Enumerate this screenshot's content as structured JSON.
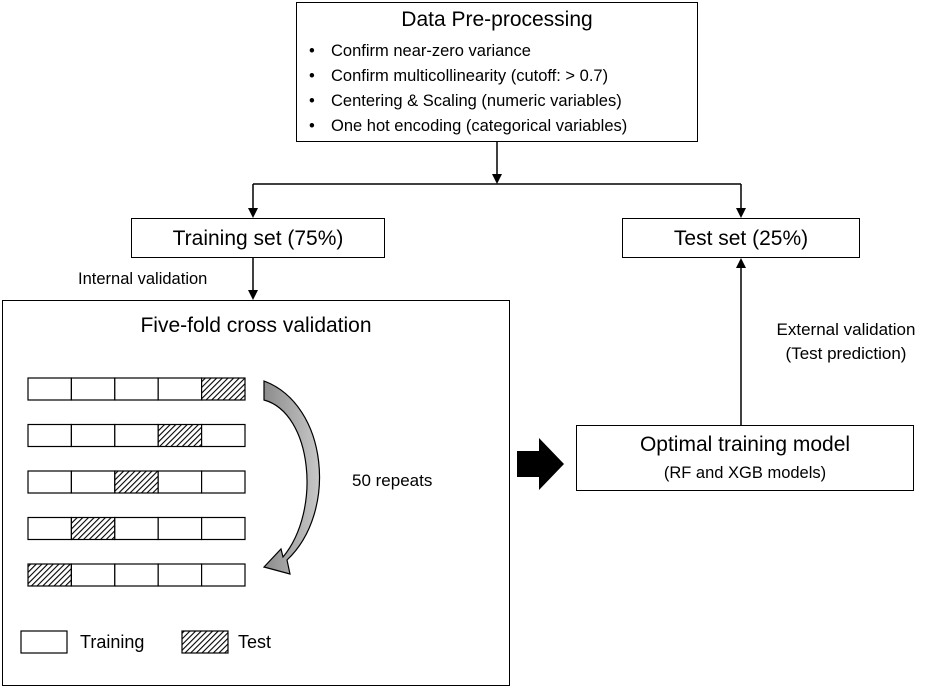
{
  "preprocessing": {
    "title": "Data Pre-processing",
    "items": [
      "Confirm near-zero variance",
      "Confirm multicollinearity (cutoff: > 0.7)",
      "Centering & Scaling (numeric variables)",
      "One hot encoding (categorical variables)"
    ]
  },
  "training_set": {
    "label": "Training set (75%)"
  },
  "test_set": {
    "label": "Test set (25%)"
  },
  "internal_validation": {
    "label": "Internal validation"
  },
  "cross_validation": {
    "title": "Five-fold cross validation",
    "folds": 5,
    "test_fold_index_per_row": [
      4,
      3,
      2,
      1,
      0
    ],
    "repeats_label": "50 repeats"
  },
  "legend": {
    "training_label": "Training",
    "test_label": "Test"
  },
  "external_validation": {
    "line1": "External validation",
    "line2": "(Test prediction)"
  },
  "optimal_model": {
    "title": "Optimal training model",
    "subtitle": "(RF and XGB models)"
  },
  "colors": {
    "stroke": "#000000",
    "background": "#ffffff",
    "arrow_fill": "#a6a6a6"
  }
}
